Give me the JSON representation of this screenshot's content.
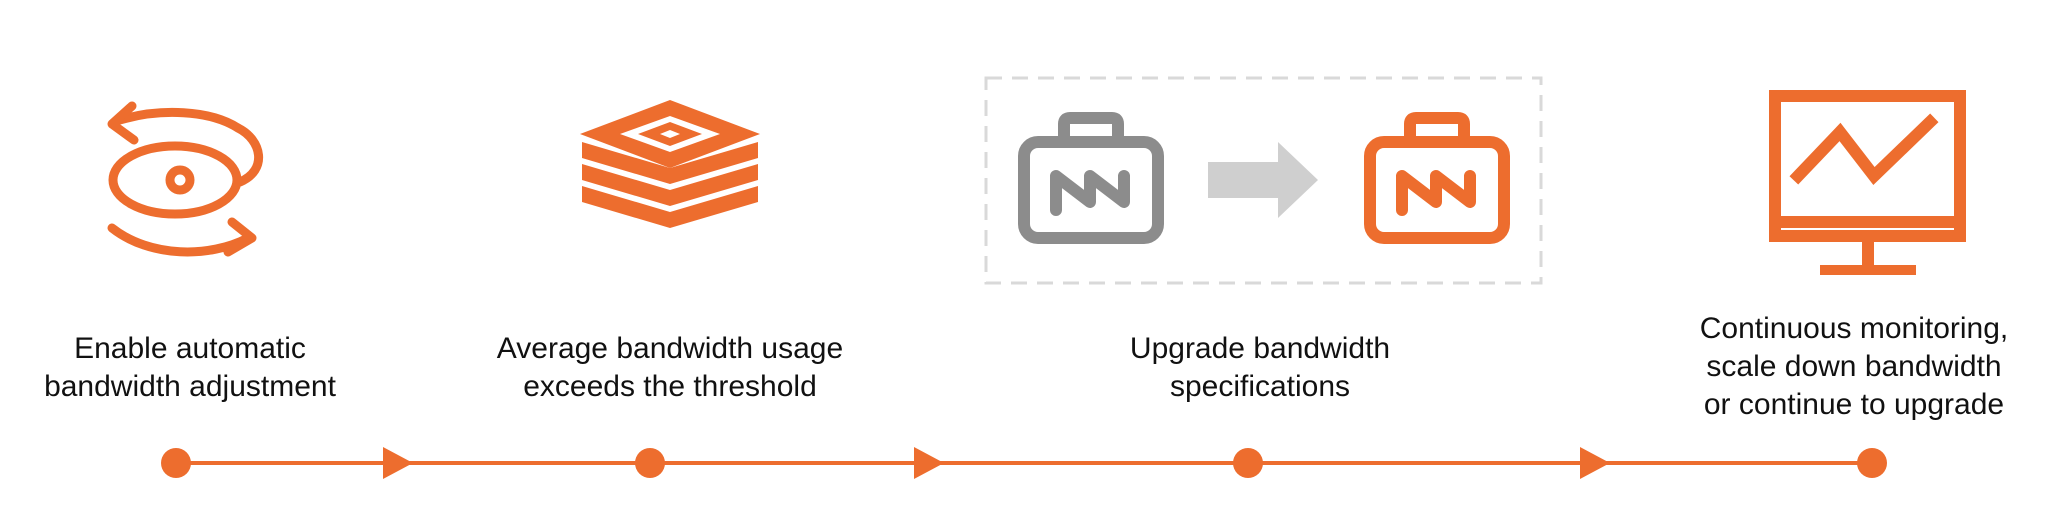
{
  "colors": {
    "accent": "#ED6D2E",
    "muted": "#8C8C8C",
    "arrow_grey": "#CFCFCF",
    "dashed_border": "#D9D9D9"
  },
  "steps": [
    {
      "icon": "auto-refresh-eye-icon",
      "label_lines": [
        "Enable automatic",
        "bandwidth adjustment"
      ]
    },
    {
      "icon": "layered-stack-icon",
      "label_lines": [
        "Average bandwidth usage",
        "exceeds the threshold"
      ]
    },
    {
      "icon": "upgrade-briefcase-icon",
      "label_lines": [
        "Upgrade bandwidth",
        "specifications"
      ]
    },
    {
      "icon": "monitor-chart-icon",
      "label_lines": [
        "Continuous monitoring,",
        "scale down bandwidth",
        "or continue to upgrade"
      ]
    }
  ]
}
